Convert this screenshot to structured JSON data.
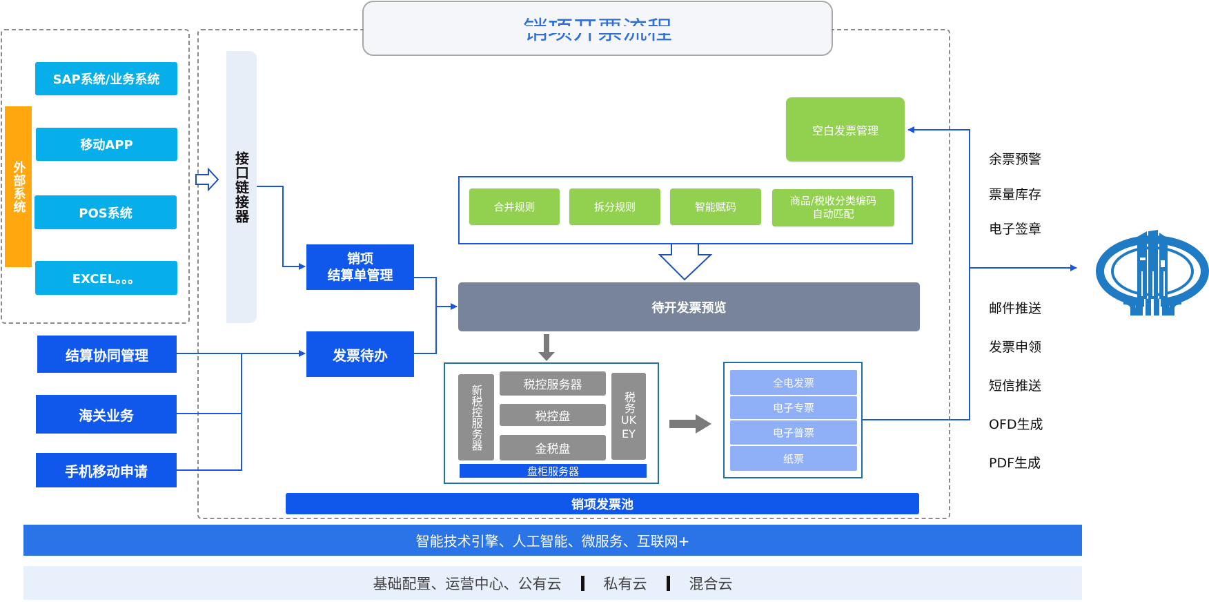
{
  "title": "销项开票流程",
  "external_systems": {
    "label": "外部系统",
    "items": [
      "SAP系统/业务系统",
      "移动APP",
      "POS系统",
      "EXCEL。。。"
    ]
  },
  "connector": {
    "label": "接口链接器"
  },
  "other_sources": [
    "结算协同管理",
    "海关业务",
    "手机移动申请"
  ],
  "process": {
    "settlement": "销项\n结算单管理",
    "settlement_line1": "销项",
    "settlement_line2": "结算单管理",
    "pending": "发票待办"
  },
  "rules": {
    "items": [
      "合并规则",
      "拆分规则",
      "智能赋码"
    ],
    "matching_line1": "商品/税收分类编码",
    "matching_line2": "自动匹配"
  },
  "blank_invoice": "空白发票管理",
  "preview": "待开发票预览",
  "devices": {
    "new_server": "新税控服务器",
    "tax_server": "税控服务器",
    "tax_disk": "税控盘",
    "golden_disk": "金税盘",
    "ukey_line1": "税务",
    "ukey_line2": "UK",
    "ukey_line3": "EY",
    "cabinet": "盘柜服务器"
  },
  "invoice_types": [
    "全电发票",
    "电子专票",
    "电子普票",
    "纸票"
  ],
  "pool": "销项发票池",
  "right_labels_top": [
    "余票预警",
    "票量库存",
    "电子签章"
  ],
  "right_labels_bottom": [
    "邮件推送",
    "发票申领",
    "短信推送",
    "OFD生成",
    "PDF生成"
  ],
  "logo": {
    "name": "tax-bureau-logo",
    "color": "#1f7bc4"
  },
  "tech_bar": "智能技术引擎、人工智能、微服务、互联网+",
  "base_bar": {
    "items": [
      "基础配置、运营中心、公有云",
      "私有云",
      "混合云"
    ]
  },
  "colors": {
    "title_text": "#2f6fd6",
    "external_box": "#06aeea",
    "external_label": "#ffa70f",
    "process_box": "#1057ec",
    "rule_box": "#92d050",
    "preview_box": "#77849a",
    "device_box": "#8f8f8f",
    "invoice_type_box": "#8fb0f7",
    "line": "#1a56e0",
    "tech_bar": "#2a74e8",
    "base_bar": "#e8f0fb"
  }
}
